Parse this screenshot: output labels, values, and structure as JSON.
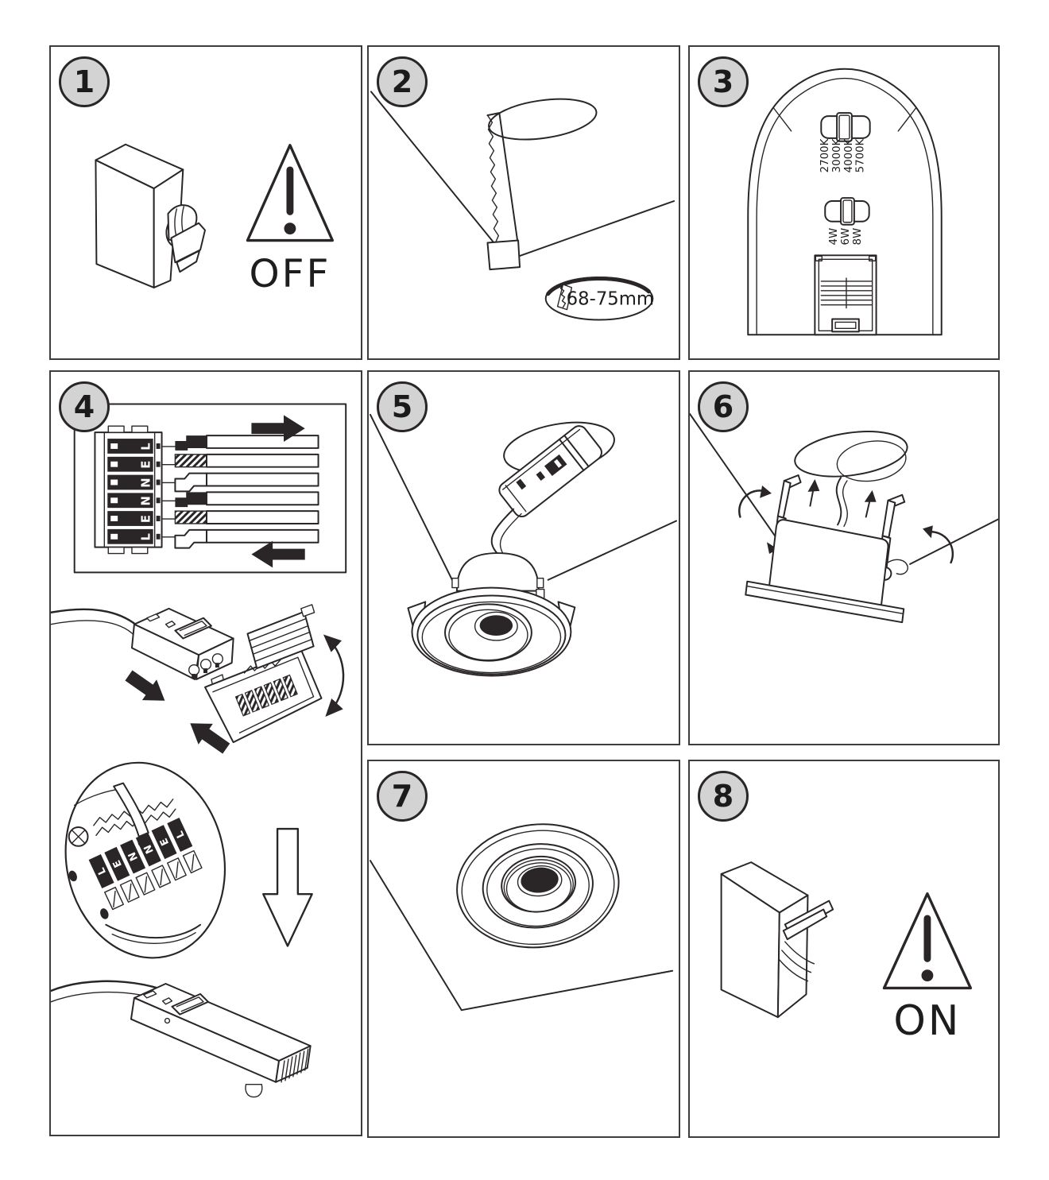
{
  "colors": {
    "line": "#2a2627",
    "badge_fill": "#d3d3d3",
    "paper": "#ffffff"
  },
  "panels": [
    {
      "number": "1",
      "label": "OFF"
    },
    {
      "number": "2",
      "dimension": "68-75mm"
    },
    {
      "number": "3",
      "cct": [
        "2700K",
        "3000K",
        "4000K",
        "5700K"
      ],
      "watt": [
        "4W",
        "6W",
        "8W"
      ]
    },
    {
      "number": "4",
      "terminals": [
        "L",
        "E",
        "N",
        "N",
        "E",
        "L"
      ]
    },
    {
      "number": "5"
    },
    {
      "number": "6"
    },
    {
      "number": "7"
    },
    {
      "number": "8",
      "label": "ON"
    }
  ]
}
